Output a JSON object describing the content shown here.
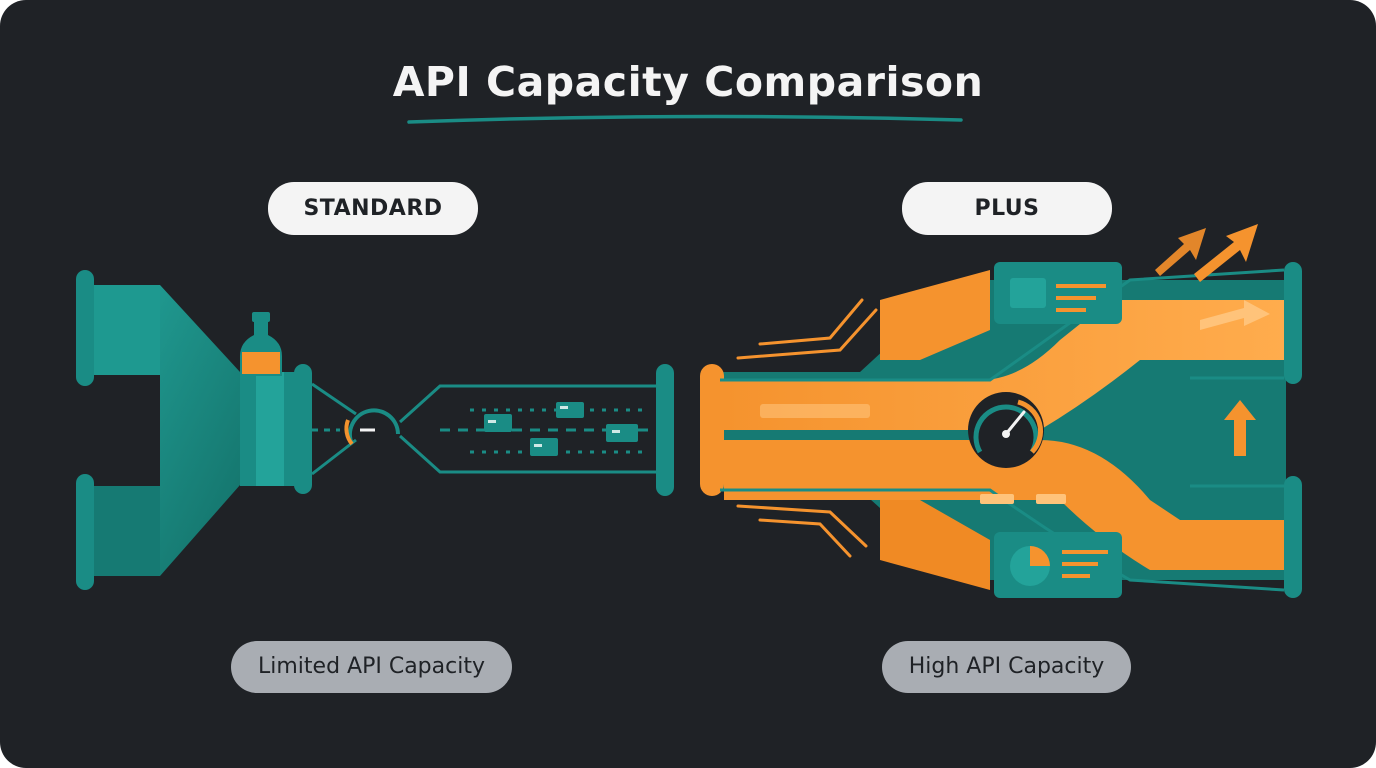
{
  "title": "API Capacity Comparison",
  "tiers": {
    "standard": {
      "label": "STANDARD",
      "capacity": "Limited API Capacity"
    },
    "plus": {
      "label": "PLUS",
      "capacity": "High API Capacity"
    }
  },
  "colors": {
    "background": "#1f2226",
    "teal": "#1a8c85",
    "teal_dark": "#146e69",
    "orange": "#f5932e",
    "orange_light": "#ffb259",
    "pill_light": "#f4f4f4",
    "pill_gray": "#a9adb3"
  }
}
